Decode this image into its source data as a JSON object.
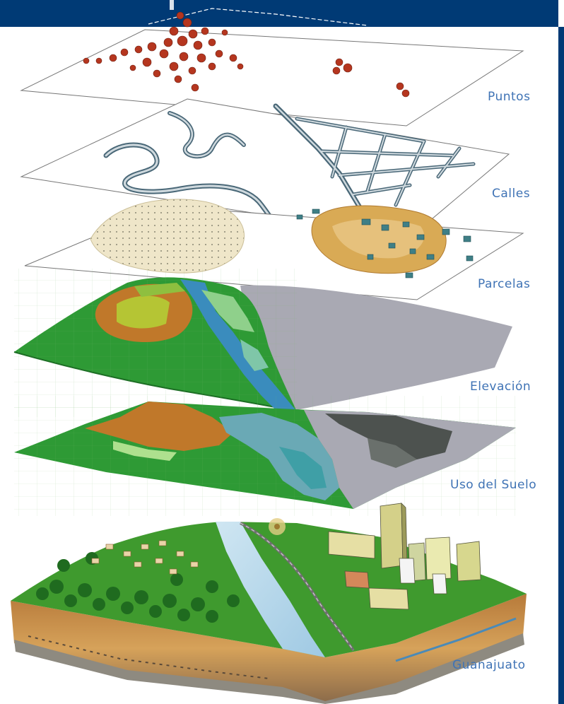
{
  "header": {
    "bar_color": "#003a75"
  },
  "layers": [
    {
      "id": "puntos",
      "label": "Puntos"
    },
    {
      "id": "calles",
      "label": "Calles"
    },
    {
      "id": "parcelas",
      "label": "Parcelas"
    },
    {
      "id": "elevacion",
      "label": "Elevación"
    },
    {
      "id": "uso",
      "label": "Uso del Suelo"
    },
    {
      "id": "guanajuato",
      "label": "Guanajuato"
    }
  ],
  "colors": {
    "label_text": "#3f73b5",
    "points": "#b5361f",
    "streets": "#4a6878",
    "forest": "#2e8b2e",
    "agriculture": "#c0782a",
    "water": "#2f87a8",
    "urban": "#a9a9b3"
  }
}
